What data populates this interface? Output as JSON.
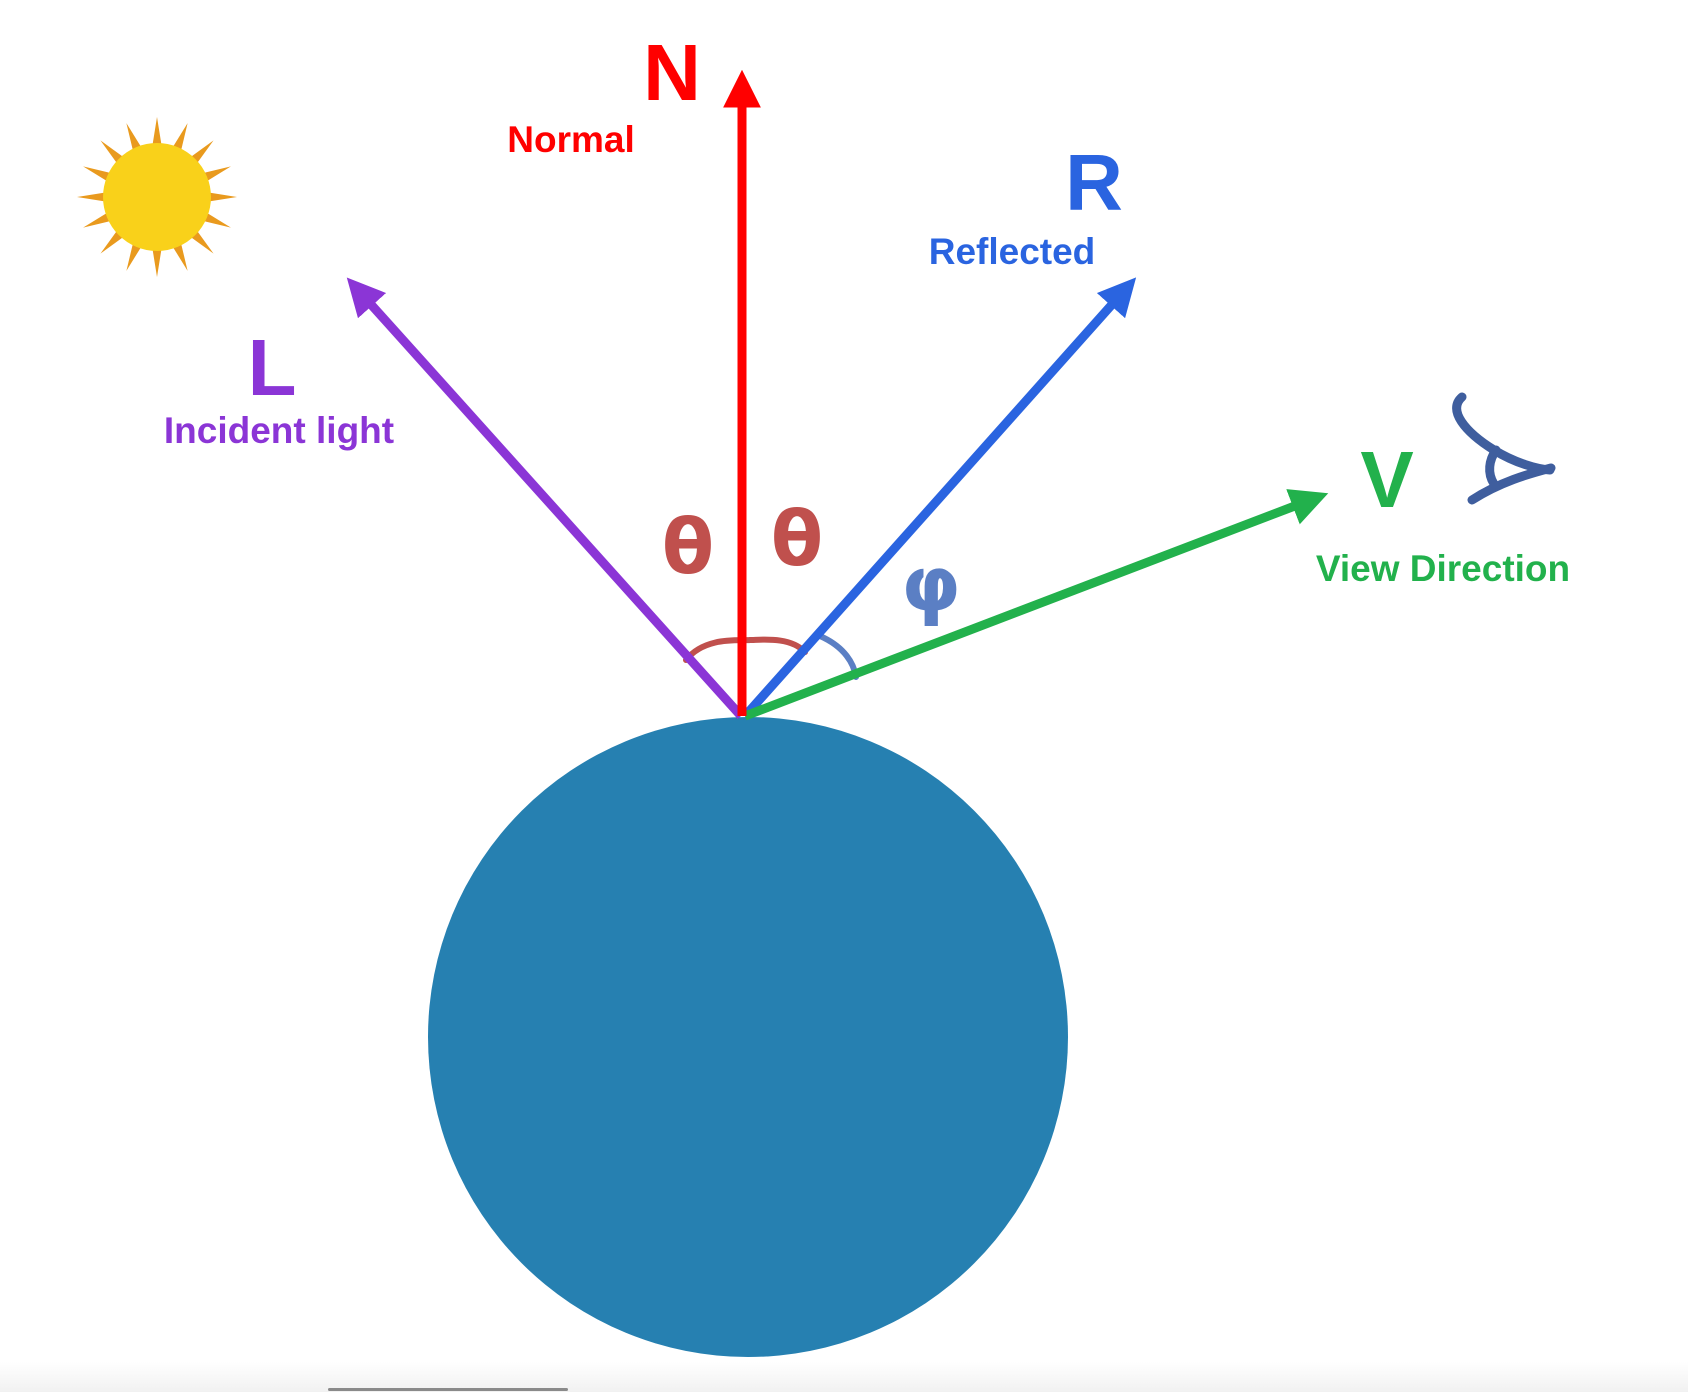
{
  "labels": {
    "normal_letter": "N",
    "normal_name": "Normal",
    "reflected_letter": "R",
    "reflected_name": "Reflected",
    "incident_letter": "L",
    "incident_name": "Incident light",
    "view_letter": "V",
    "view_name": "View Direction",
    "theta_left": "θ",
    "theta_right": "θ",
    "phi": "φ"
  },
  "colors": {
    "normal": "#ff0000",
    "reflected": "#2a64e0",
    "incident": "#8b35d6",
    "view": "#22b14c",
    "theta_arc": "#c0504d",
    "phi_arc": "#5b7fc4",
    "sphere": "#2680b1",
    "sun_core": "#f9d11a",
    "sun_rays": "#e99a1e",
    "eye": "#3f5e9e"
  },
  "icons": {
    "sun": "sun-icon",
    "eye": "eye-icon"
  }
}
